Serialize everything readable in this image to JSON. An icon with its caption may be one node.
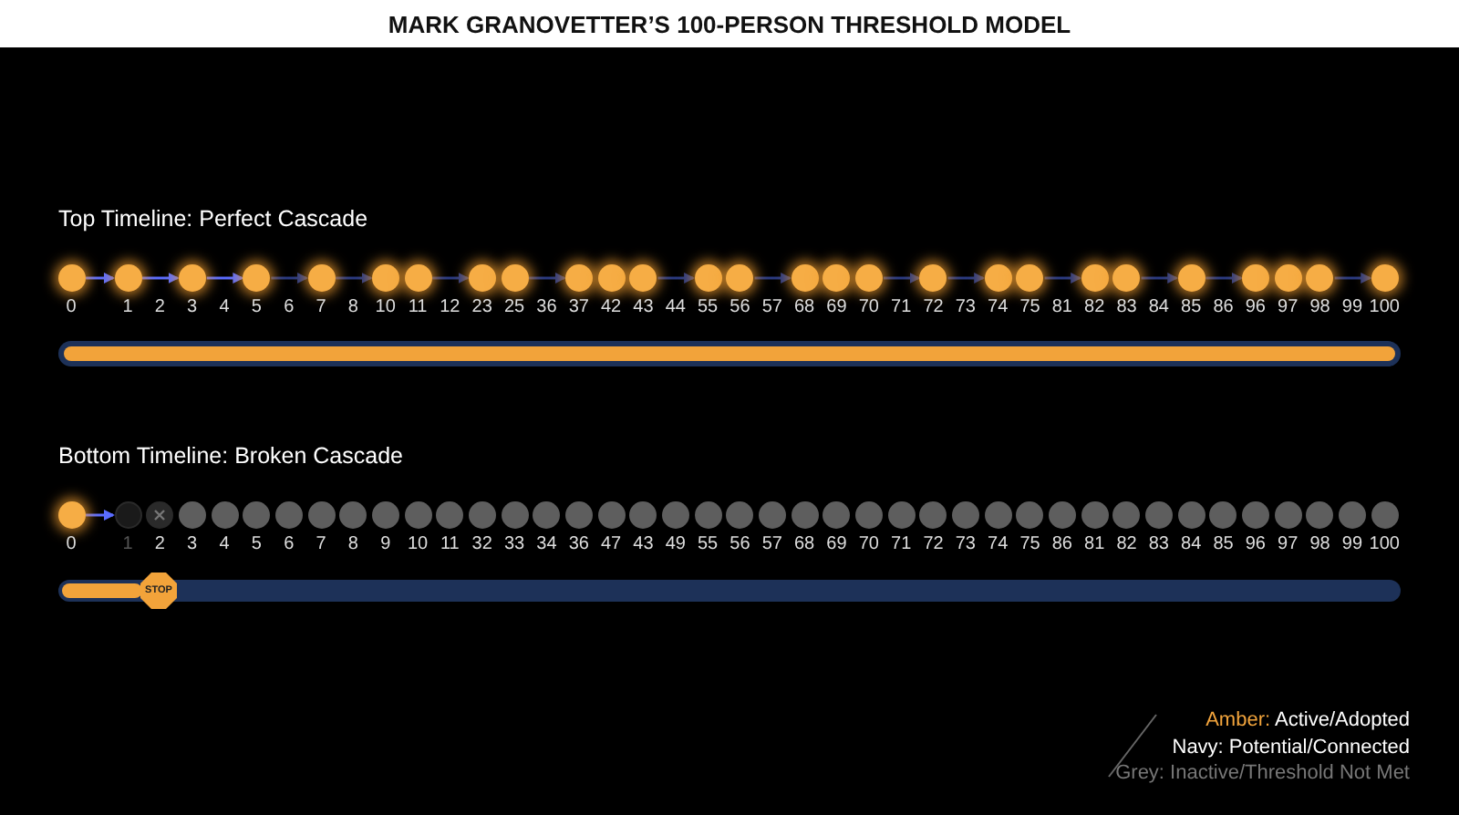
{
  "diagram": {
    "title": "MARK GRANOVETTER’S 100-PERSON THRESHOLD MODEL",
    "nodes": [
      {
        "text": [
          "0"
        ]
      },
      {
        "text": [
          "1"
        ]
      },
      {
        "text": [
          "3"
        ]
      },
      {
        "text": [
          "5"
        ]
      },
      {
        "text": [
          "7"
        ]
      },
      {
        "text": [
          "10"
        ]
      },
      {
        "text": [
          "11"
        ]
      },
      {
        "text": [
          "23"
        ]
      },
      {
        "text": [
          "25"
        ]
      },
      {
        "text": [
          "37"
        ]
      },
      {
        "text": [
          "42"
        ]
      },
      {
        "text": [
          "43"
        ]
      },
      {
        "text": [
          "55"
        ]
      },
      {
        "text": [
          "56"
        ]
      },
      {
        "text": [
          "68"
        ]
      },
      {
        "text": [
          "69"
        ]
      },
      {
        "text": [
          "70"
        ]
      },
      {
        "text": [
          "72"
        ]
      },
      {
        "text": [
          "74"
        ]
      },
      {
        "text": [
          "75"
        ]
      },
      {
        "text": [
          "82"
        ]
      },
      {
        "text": [
          "83"
        ]
      },
      {
        "text": [
          "85"
        ]
      },
      {
        "text": [
          "96"
        ]
      },
      {
        "text": [
          "97"
        ]
      },
      {
        "text": [
          "98"
        ]
      },
      {
        "text": [
          "100"
        ]
      },
      {
        "text": [
          "0"
        ]
      },
      {
        "text": [
          "1"
        ]
      },
      {
        "text": [
          "2"
        ]
      },
      {
        "text": [
          "3"
        ]
      },
      {
        "text": [
          "4"
        ]
      },
      {
        "text": [
          "5"
        ]
      },
      {
        "text": [
          "6"
        ]
      },
      {
        "text": [
          "7"
        ]
      },
      {
        "text": [
          "8"
        ]
      },
      {
        "text": [
          "9"
        ]
      },
      {
        "text": [
          "10"
        ]
      },
      {
        "text": [
          "11"
        ]
      },
      {
        "text": [
          "32"
        ]
      },
      {
        "text": [
          "33"
        ]
      },
      {
        "text": [
          "34"
        ]
      },
      {
        "text": [
          "36"
        ]
      },
      {
        "text": [
          "47"
        ]
      },
      {
        "text": [
          "43"
        ]
      },
      {
        "text": [
          "49"
        ]
      },
      {
        "text": [
          "55"
        ]
      },
      {
        "text": [
          "56"
        ]
      },
      {
        "text": [
          "57"
        ]
      },
      {
        "text": [
          "68"
        ]
      },
      {
        "text": [
          "69"
        ]
      },
      {
        "text": [
          "70"
        ]
      },
      {
        "text": [
          "71"
        ]
      },
      {
        "text": [
          "72"
        ]
      },
      {
        "text": [
          "73"
        ]
      },
      {
        "text": [
          "74"
        ]
      },
      {
        "text": [
          "75"
        ]
      },
      {
        "text": [
          "86"
        ]
      },
      {
        "text": [
          "81"
        ]
      },
      {
        "text": [
          "82"
        ]
      },
      {
        "text": [
          "83"
        ]
      },
      {
        "text": [
          "84"
        ]
      },
      {
        "text": [
          "85"
        ]
      },
      {
        "text": [
          "96"
        ]
      },
      {
        "text": [
          "97"
        ]
      },
      {
        "text": [
          "98"
        ]
      },
      {
        "text": [
          "99"
        ]
      },
      {
        "text": [
          "100"
        ]
      },
      {
        "text": [
          "STOP"
        ]
      }
    ],
    "edges": [
      {
        "from": 0,
        "to": 1,
        "arrow": "to",
        "color": "#5a6cff"
      },
      {
        "from": 1,
        "to": 2,
        "arrow": "to",
        "color": "#5a6cff"
      },
      {
        "from": 2,
        "to": 3,
        "arrow": "to",
        "color": "#5a6cff"
      },
      {
        "from": 3,
        "to": 4,
        "arrow": "to"
      },
      {
        "from": 4,
        "to": 5,
        "arrow": "to"
      },
      {
        "from": 6,
        "to": 7,
        "arrow": "to"
      },
      {
        "from": 8,
        "to": 9,
        "arrow": "to"
      },
      {
        "from": 11,
        "to": 12,
        "arrow": "to"
      },
      {
        "from": 13,
        "to": 14,
        "arrow": "to"
      },
      {
        "from": 16,
        "to": 17,
        "arrow": "to"
      },
      {
        "from": 17,
        "to": 18,
        "arrow": "to"
      },
      {
        "from": 19,
        "to": 20,
        "arrow": "to"
      },
      {
        "from": 21,
        "to": 22,
        "arrow": "to"
      },
      {
        "from": 22,
        "to": 23,
        "arrow": "to"
      },
      {
        "from": 25,
        "to": 26,
        "arrow": "to"
      },
      {
        "from": 27,
        "to": 28,
        "arrow": "to",
        "color": "#5a6cff"
      }
    ],
    "labels": [
      "Top Timeline: Perfect Cascade",
      "2",
      "4",
      "6",
      "8",
      "12",
      "36",
      "44",
      "57",
      "71",
      "73",
      "81",
      "84",
      "86",
      "99",
      "Bottom Timeline: Broken Cascade"
    ],
    "legend": [
      {
        "text": "Amber: Active/Adopted",
        "color": "#f2a43c"
      },
      {
        "text": "Navy: Potential/Connected"
      },
      {
        "text": "Grey: Inactive/Threshold Not Met"
      }
    ]
  }
}
